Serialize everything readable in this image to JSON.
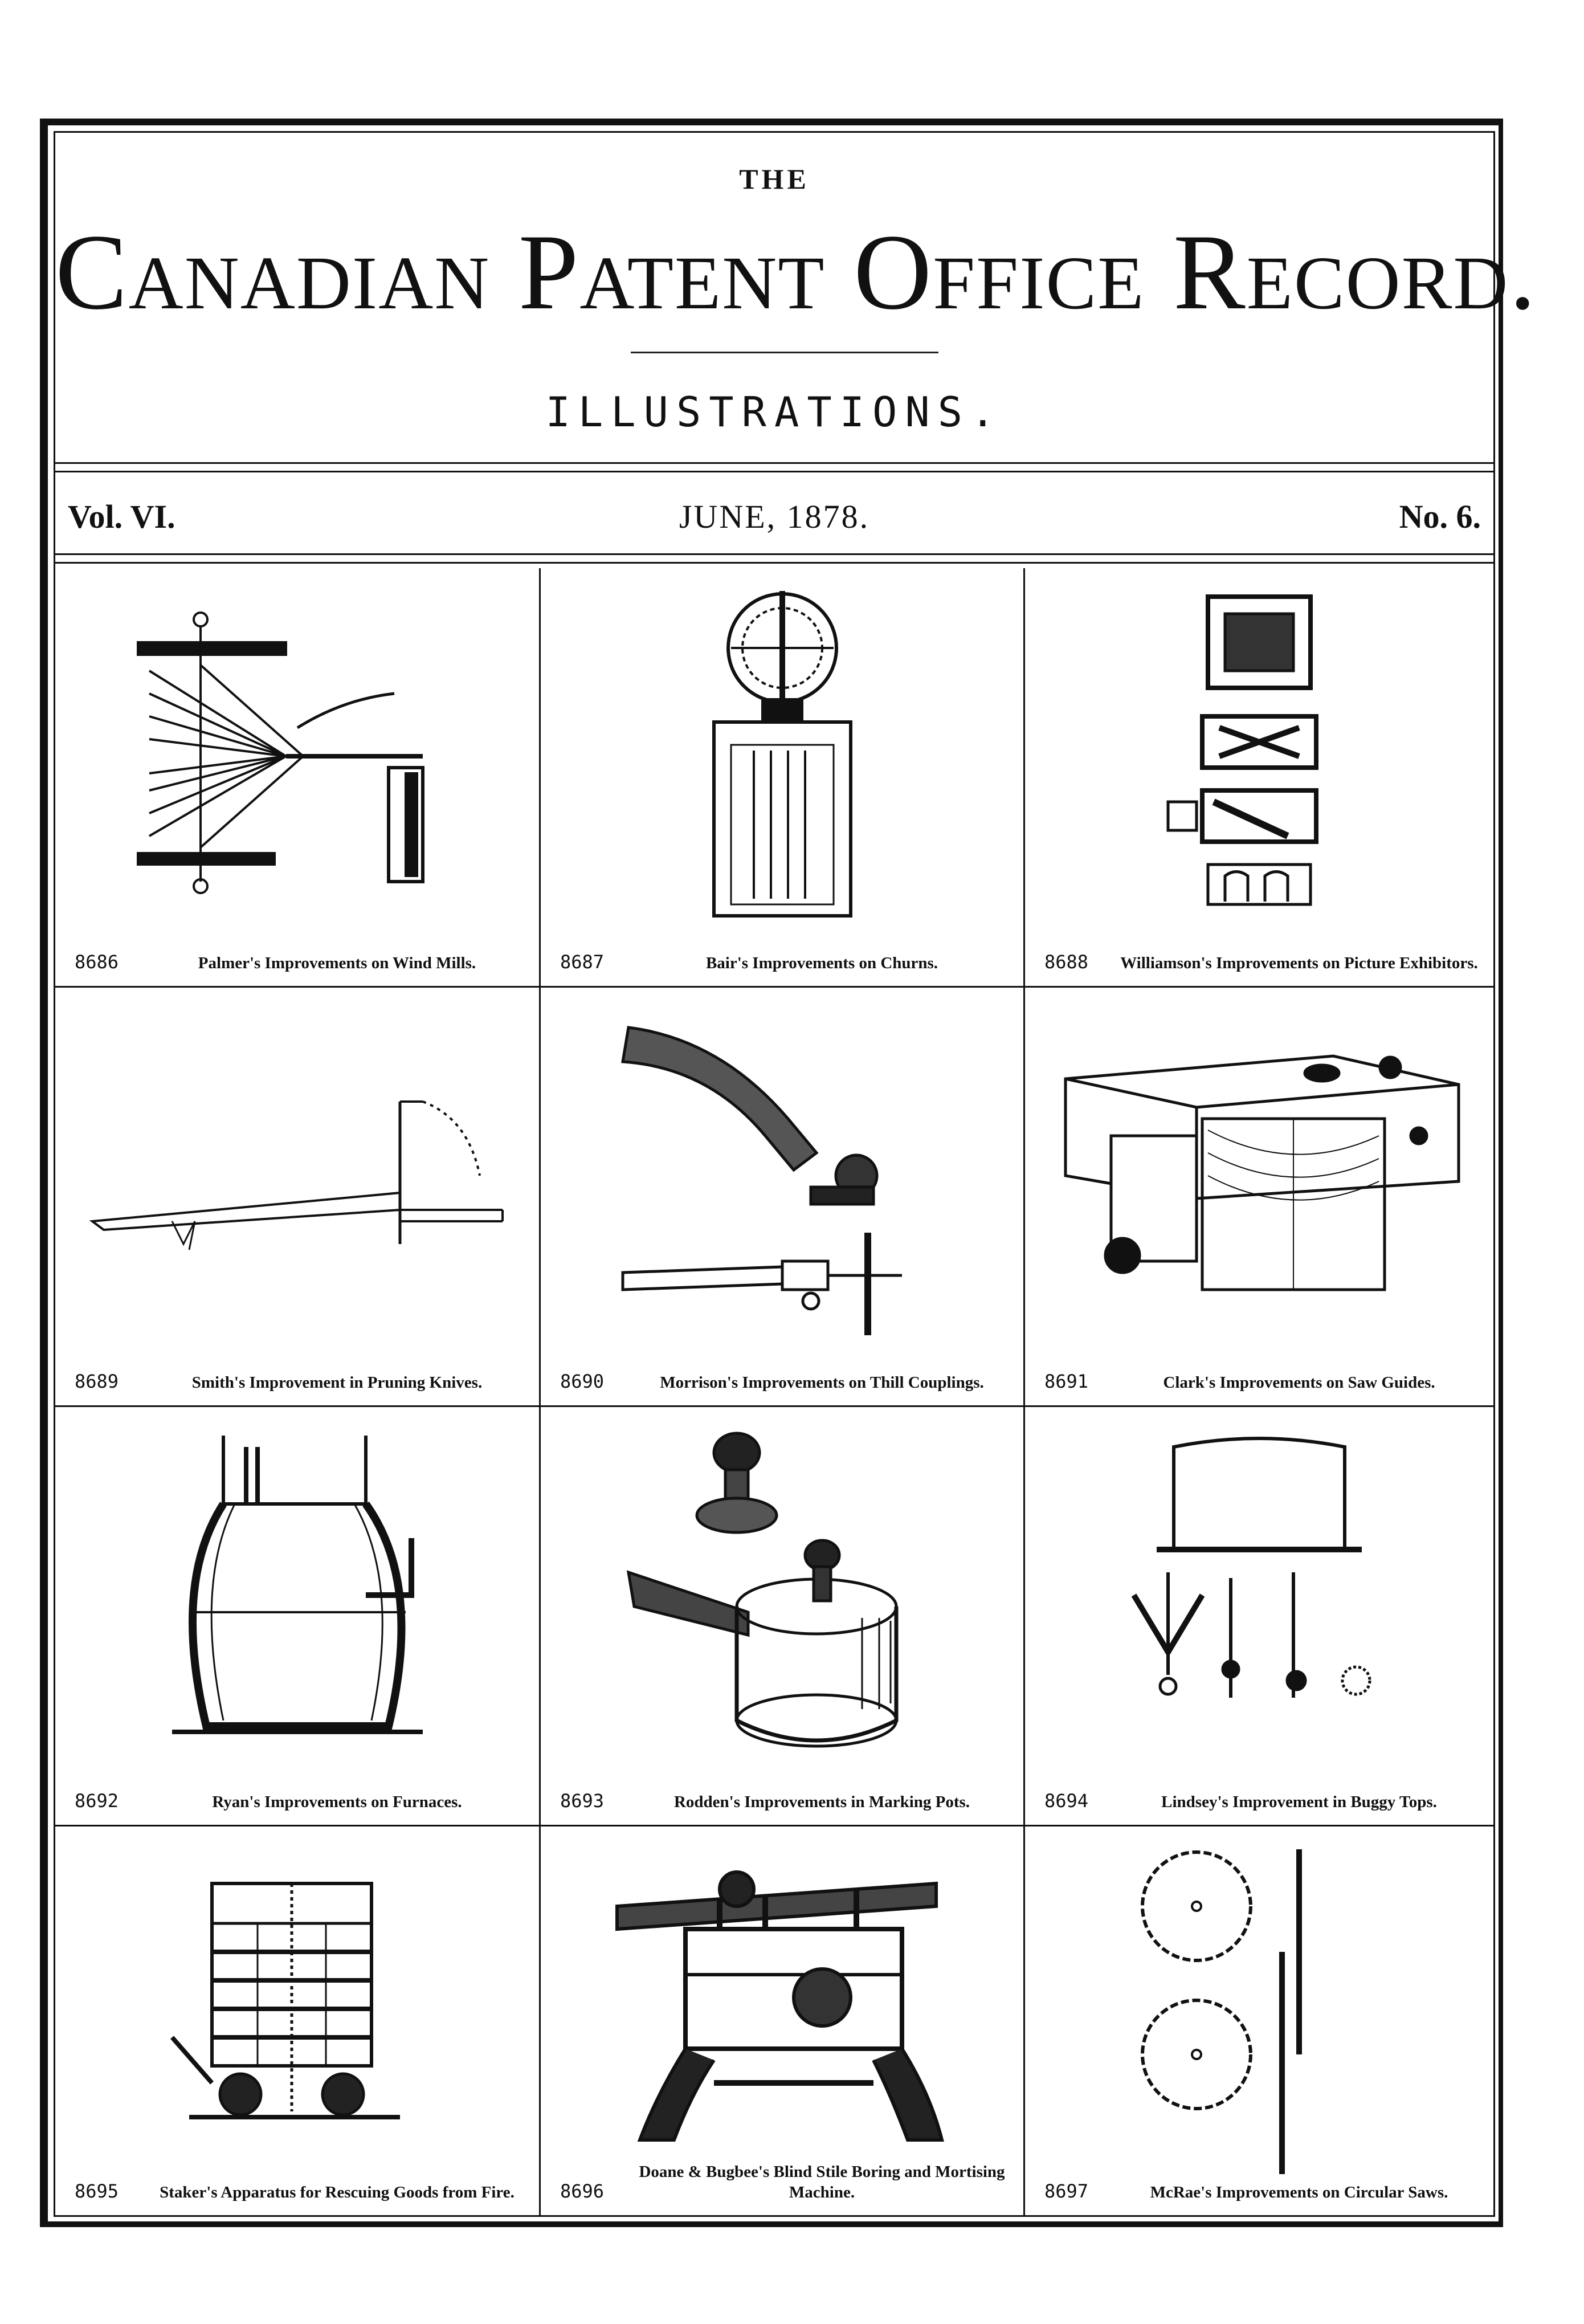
{
  "header": {
    "the": "THE",
    "title": "Canadian Patent Office Record.",
    "subtitle": "ILLUSTRATIONS.",
    "volume": "Vol. VI.",
    "date": "JUNE, 1878.",
    "number": "No. 6."
  },
  "illustrations": [
    {
      "number": "8686",
      "caption": "Palmer's Improvements on Wind Mills.",
      "figure": "wind-mill-drawing"
    },
    {
      "number": "8687",
      "caption": "Bair's Improvements on Churns.",
      "figure": "churn-drawing"
    },
    {
      "number": "8688",
      "caption": "Williamson's Improvements on Picture Exhibitors.",
      "figure": "picture-exhibitor-drawing"
    },
    {
      "number": "8689",
      "caption": "Smith's Improvement in Pruning Knives.",
      "figure": "pruning-knife-drawing"
    },
    {
      "number": "8690",
      "caption": "Morrison's Improvements on Thill Couplings.",
      "figure": "thill-coupling-drawing"
    },
    {
      "number": "8691",
      "caption": "Clark's Improvements on Saw Guides.",
      "figure": "saw-guide-drawing"
    },
    {
      "number": "8692",
      "caption": "Ryan's Improvements on Furnaces.",
      "figure": "furnace-drawing"
    },
    {
      "number": "8693",
      "caption": "Rodden's Improvements in Marking Pots.",
      "figure": "marking-pot-drawing"
    },
    {
      "number": "8694",
      "caption": "Lindsey's Improvement in Buggy Tops.",
      "figure": "buggy-top-drawing"
    },
    {
      "number": "8695",
      "caption": "Staker's Apparatus for Rescuing Goods from Fire.",
      "figure": "rescue-apparatus-drawing"
    },
    {
      "number": "8696",
      "caption": "Doane & Bugbee's Blind Stile Boring and Mortising Machine.",
      "figure": "boring-machine-drawing"
    },
    {
      "number": "8697",
      "caption": "McRae's Improvements on Circular Saws.",
      "figure": "circular-saw-drawing"
    }
  ]
}
